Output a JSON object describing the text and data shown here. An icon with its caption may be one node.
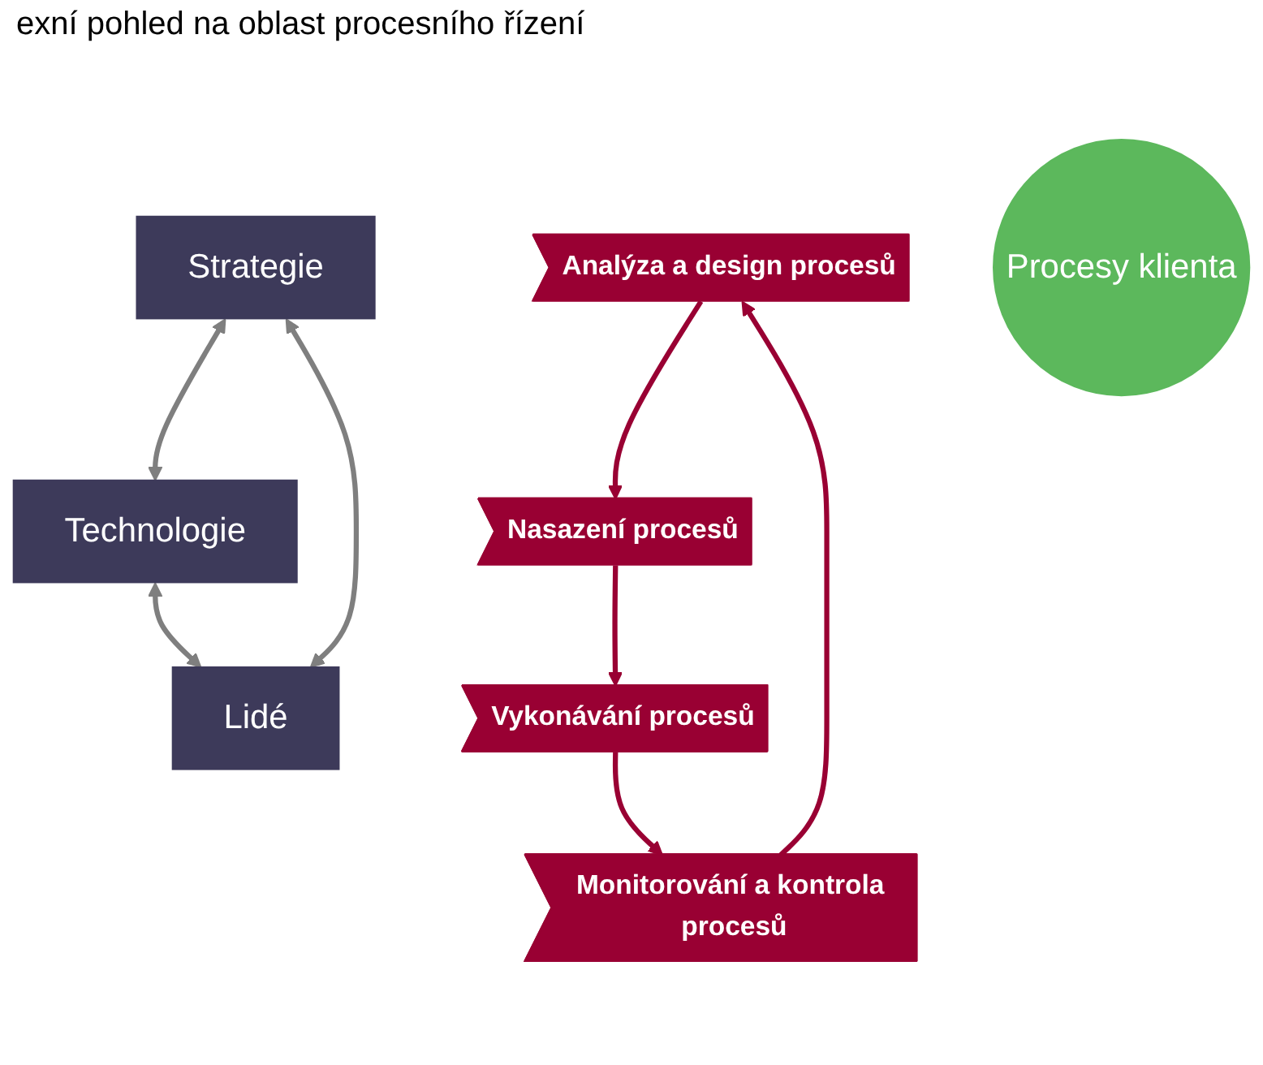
{
  "diagram": {
    "title": "exní pohled na oblast procesního řízení",
    "nodes": [
      {
        "text": [
          "Strategie"
        ]
      },
      {
        "text": [
          "Analýza a design procesů"
        ]
      },
      {
        "text": [
          "Monitorování a kontrola procesů"
        ]
      },
      {
        "text": [
          "Procesy klienta"
        ]
      },
      {
        "text": [
          "Nasazení procesů"
        ]
      },
      {
        "text": [
          "Vykonávání procesů"
        ]
      },
      {
        "text": [
          "Technologie"
        ]
      },
      {
        "text": [
          "Lidé"
        ]
      }
    ],
    "edges": [
      {
        "from": 1,
        "to": 4,
        "arrow": "to"
      },
      {
        "from": 4,
        "to": 5,
        "arrow": "to"
      },
      {
        "from": 5,
        "to": 2,
        "arrow": "to"
      },
      {
        "from": 2,
        "to": 1,
        "arrow": "to"
      },
      {
        "from": 0,
        "to": 6,
        "arrow": "both",
        "color": "#7f7f7f"
      },
      {
        "from": 0,
        "to": 7,
        "arrow": "both",
        "color": "#7f7f7f"
      },
      {
        "from": 6,
        "to": 7,
        "arrow": "both",
        "color": "#7f7f7f"
      }
    ]
  }
}
